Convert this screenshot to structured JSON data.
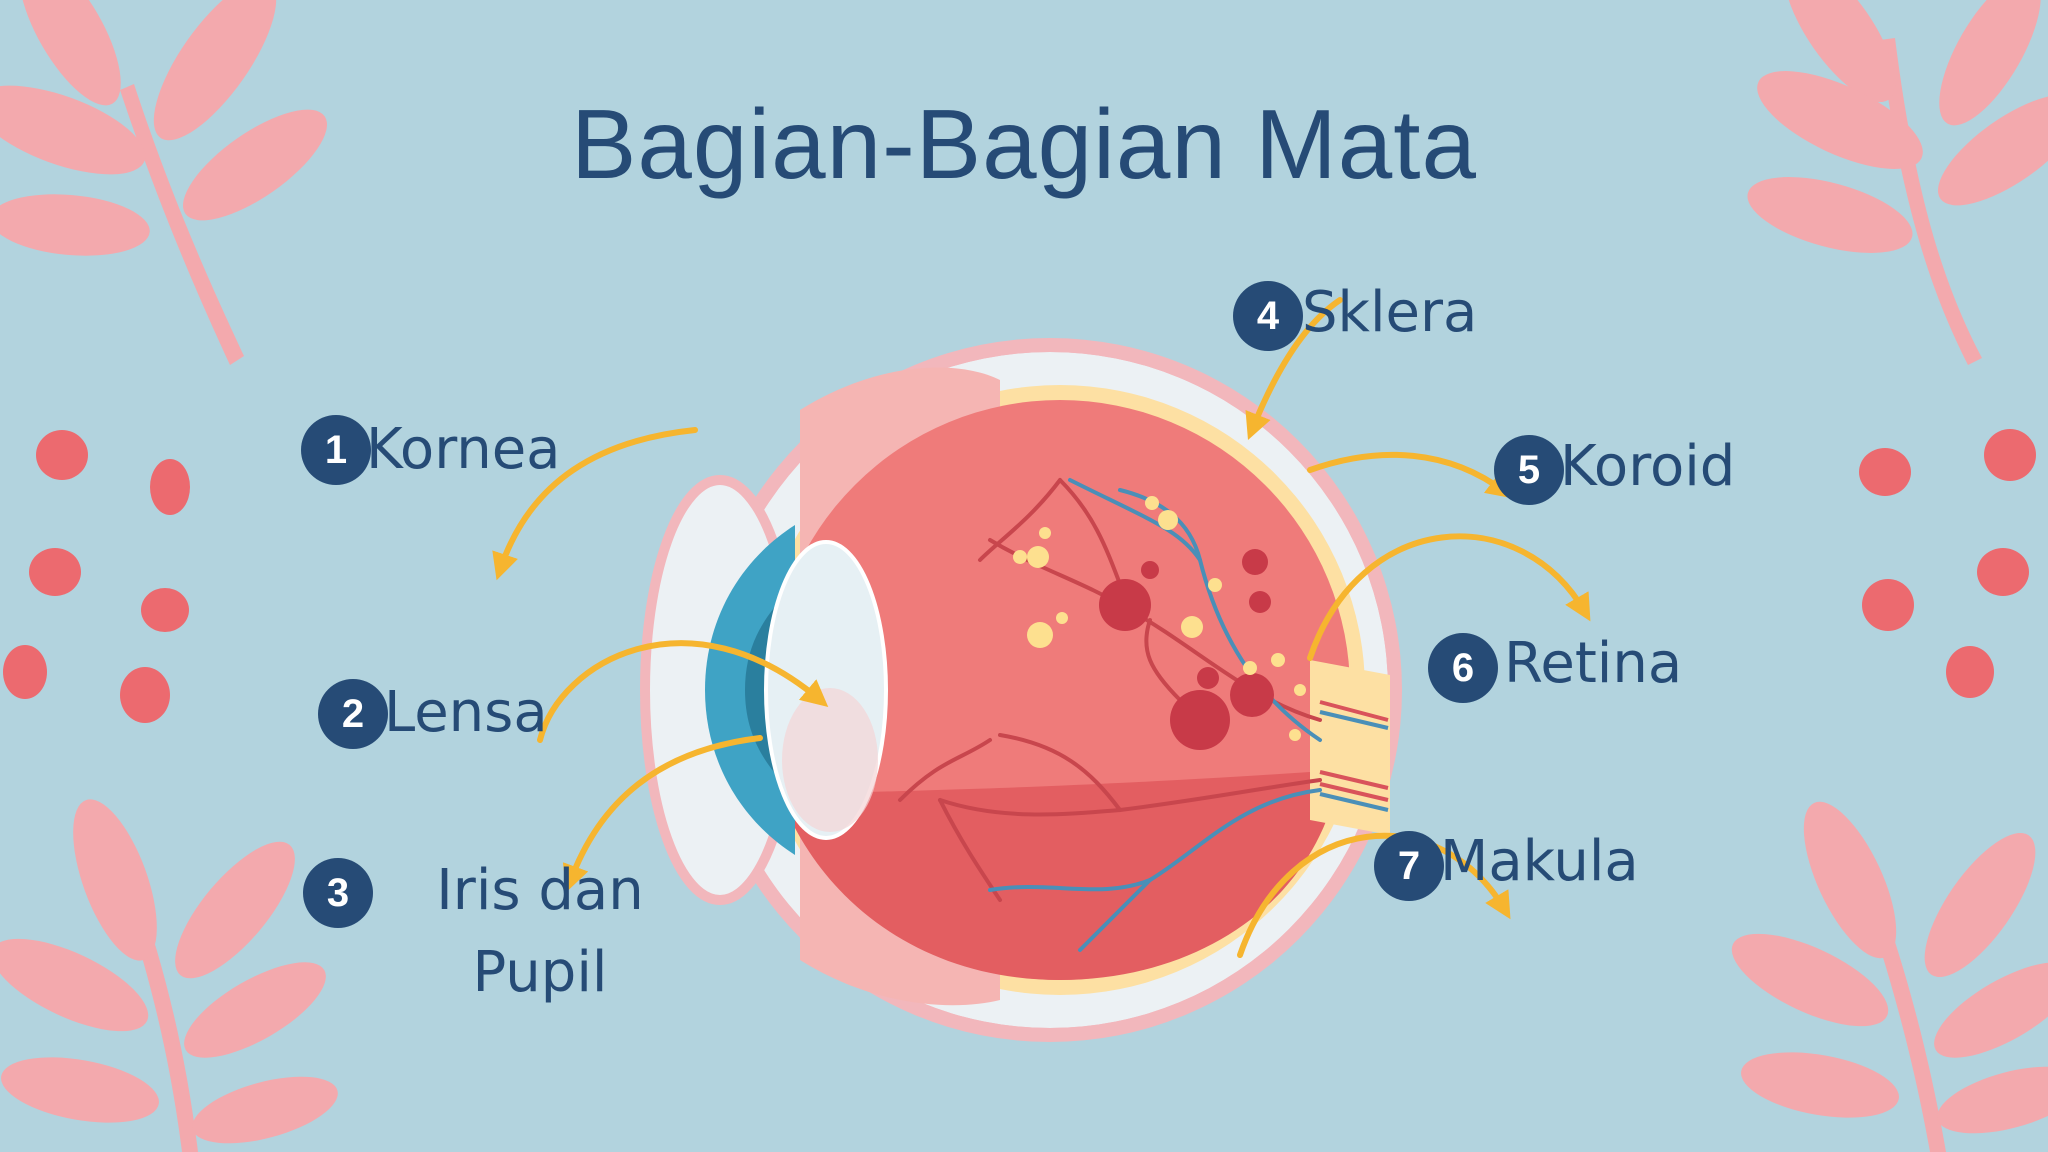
{
  "title": "Bagian-Bagian Mata",
  "colors": {
    "background": "#b2d3de",
    "text": "#264b76",
    "badge": "#264b76",
    "arrow": "#f6b52f",
    "leaf": "#f3a9ad",
    "dots": "#ec6a6f"
  },
  "parts": [
    {
      "number": "1",
      "label": "Kornea"
    },
    {
      "number": "2",
      "label": "Lensa"
    },
    {
      "number": "3",
      "label_line1": "Iris dan",
      "label_line2": "Pupil"
    },
    {
      "number": "4",
      "label": "Sklera"
    },
    {
      "number": "5",
      "label": "Koroid"
    },
    {
      "number": "6",
      "label": "Retina"
    },
    {
      "number": "7",
      "label": "Makula"
    }
  ]
}
